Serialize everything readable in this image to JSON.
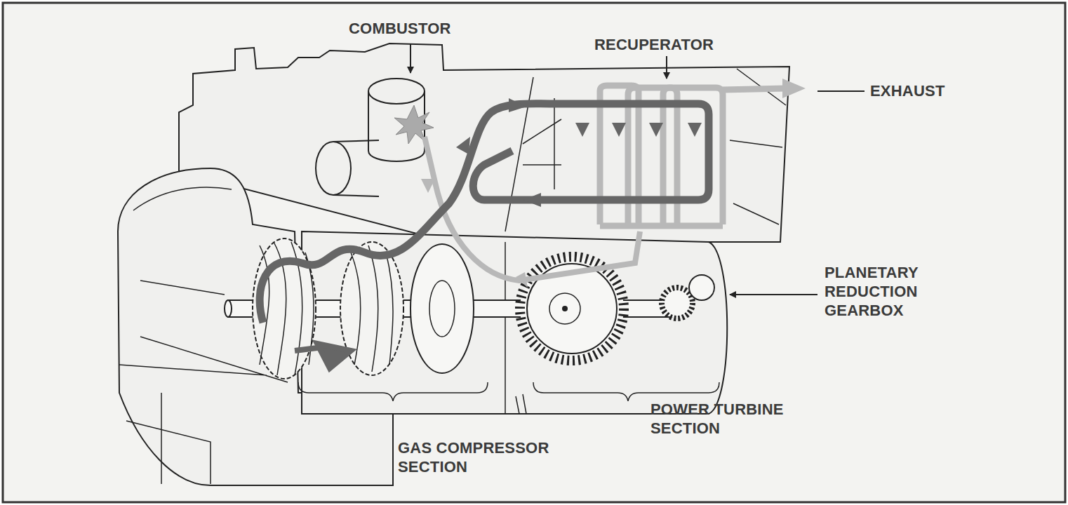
{
  "diagram": {
    "labels": [
      "COMBUSTOR",
      "RECUPERATOR",
      "EXHAUST",
      "PLANETARY REDUCTION GEARBOX",
      "POWER TURBINE SECTION",
      "GAS COMPRESSOR SECTION"
    ]
  }
}
